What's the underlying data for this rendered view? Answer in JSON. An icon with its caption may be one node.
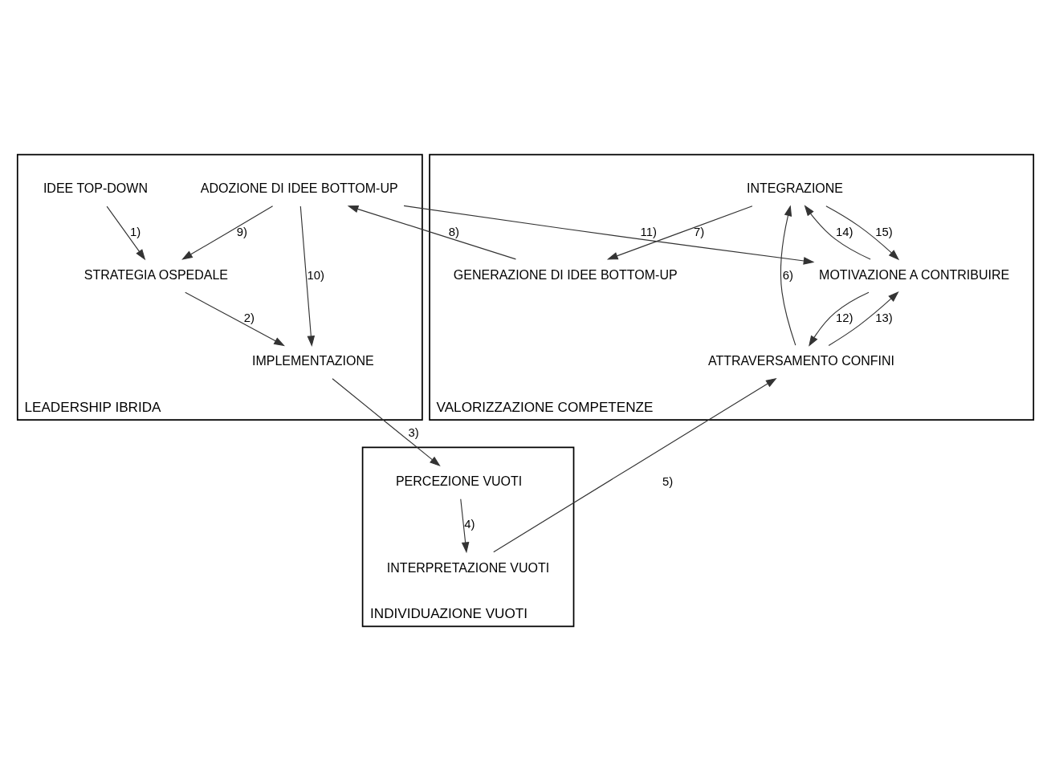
{
  "diagram": {
    "nodes": [
      {
        "text": [
          "LEADERSHIP IBRIDA"
        ]
      },
      {
        "text": [
          "IDEE TOP-DOWN"
        ],
        "in": 0
      },
      {
        "text": [
          "ADOZIONE DI IDEE BOTTOM-UP"
        ],
        "in": 0
      },
      {
        "text": [
          "STRATEGIA OSPEDALE"
        ],
        "in": 0
      },
      {
        "text": [
          "IMPLEMENTAZIONE"
        ],
        "in": 0
      },
      {
        "text": [
          "INDIVIDUAZIONE VUOTI"
        ]
      },
      {
        "text": [
          "PERCEZIONE VUOTI"
        ],
        "in": 5
      },
      {
        "text": [
          "INTERPRETAZIONE VUOTI"
        ],
        "in": 5
      },
      {
        "text": [
          "VALORIZZAZIONE COMPETENZE"
        ]
      },
      {
        "text": [
          "GENERAZIONE DI IDEE BOTTOM-UP"
        ],
        "in": 8
      },
      {
        "text": [
          "INTEGRAZIONE"
        ],
        "in": 8
      },
      {
        "text": [
          "MOTIVAZIONE A CONTRIBUIRE"
        ],
        "in": 8
      },
      {
        "text": [
          "ATTRAVERSAMENTO CONFINI"
        ],
        "in": 8
      }
    ],
    "edges": [
      {
        "from": 1,
        "to": 3,
        "arrow": "to",
        "label": "1)"
      },
      {
        "from": 3,
        "to": 4,
        "arrow": "to",
        "label": "2)"
      },
      {
        "from": 4,
        "to": 6,
        "arrow": "to",
        "label": "3)"
      },
      {
        "from": 6,
        "to": 7,
        "arrow": "to",
        "label": "4)"
      },
      {
        "from": 7,
        "to": 12,
        "arrow": "to",
        "label": "5)"
      },
      {
        "from": 12,
        "to": 10,
        "arrow": "to",
        "label": "6)"
      },
      {
        "from": 10,
        "to": 9,
        "arrow": "to",
        "label": "7)"
      },
      {
        "from": 9,
        "to": 2,
        "arrow": "to",
        "label": "8)"
      },
      {
        "from": 2,
        "to": 3,
        "arrow": "to",
        "label": "9)"
      },
      {
        "from": 2,
        "to": 4,
        "arrow": "to",
        "label": "10)"
      },
      {
        "from": 2,
        "to": 11,
        "arrow": "to",
        "label": "11)"
      },
      {
        "from": 11,
        "to": 12,
        "arrow": "to",
        "label": "12)"
      },
      {
        "from": 12,
        "to": 11,
        "arrow": "to",
        "label": "13)"
      },
      {
        "from": 11,
        "to": 10,
        "arrow": "to",
        "label": "14)"
      },
      {
        "from": 10,
        "to": 11,
        "arrow": "to",
        "label": "15)"
      }
    ]
  }
}
